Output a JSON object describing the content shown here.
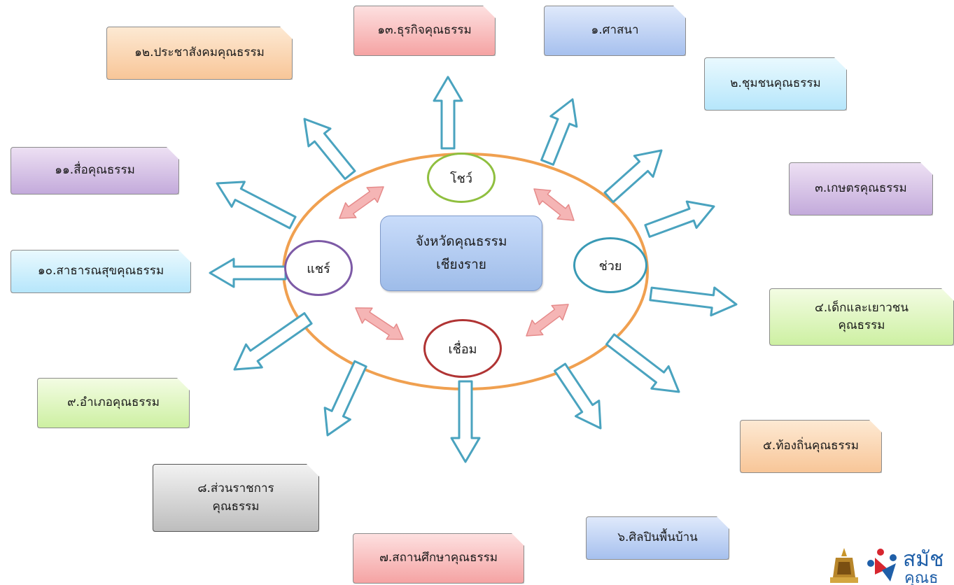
{
  "center": {
    "line1": "จังหวัดคุณธรรม",
    "line2": "เชียงราย"
  },
  "rings": {
    "show": "โชว์",
    "share": "แชร์",
    "help": "ช่วย",
    "connect": "เชื่อม"
  },
  "boxes": {
    "b1": "๑.ศาสนา",
    "b2": "๒.ชุมชนคุณธรรม",
    "b3": "๓.เกษตรคุณธรรม",
    "b4a": "๔.เด็กและเยาวชน",
    "b4b": "คุณธรรม",
    "b5": "๕.ท้องถิ่นคุณธรรม",
    "b6": "๖.ศิลปินพื้นบ้าน",
    "b7": "๗.สถานศึกษาคุณธรรม",
    "b8a": "๘.ส่วนราชการ",
    "b8b": "คุณธรรม",
    "b9": "๙.อำเภอคุณธรรม",
    "b10": "๑๐.สาธารณสุขคุณธรรม",
    "b11": "๑๑.สื่อคุณธรรม",
    "b12": "๑๒.ประชาสังคมคุณธรรม",
    "b13": "๑๓.ธุรกิจคุณธรรม"
  },
  "logo": {
    "text_line1": "สมัช",
    "text_line2": "คุณธ"
  },
  "colors": {
    "ellipse": "#f0a050",
    "outward_arrow": "#4aa3bf",
    "double_arrow_fill": "#f5b5b5",
    "double_arrow_stroke": "#e58a8a",
    "ring_show": "#8fbf3f",
    "ring_share": "#7d5aa6",
    "ring_help": "#3a9ab5",
    "ring_connect": "#b03434"
  }
}
